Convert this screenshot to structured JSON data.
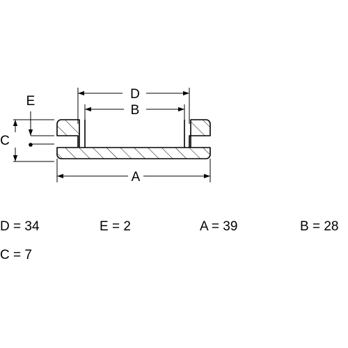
{
  "diagram": {
    "labels": {
      "D": "D",
      "B": "B",
      "E": "E",
      "C": "C",
      "A": "A"
    }
  },
  "specs": {
    "D": "D = 34",
    "E": "E = 2",
    "A": "A = 39",
    "B": "B = 28",
    "C": "C = 7"
  }
}
